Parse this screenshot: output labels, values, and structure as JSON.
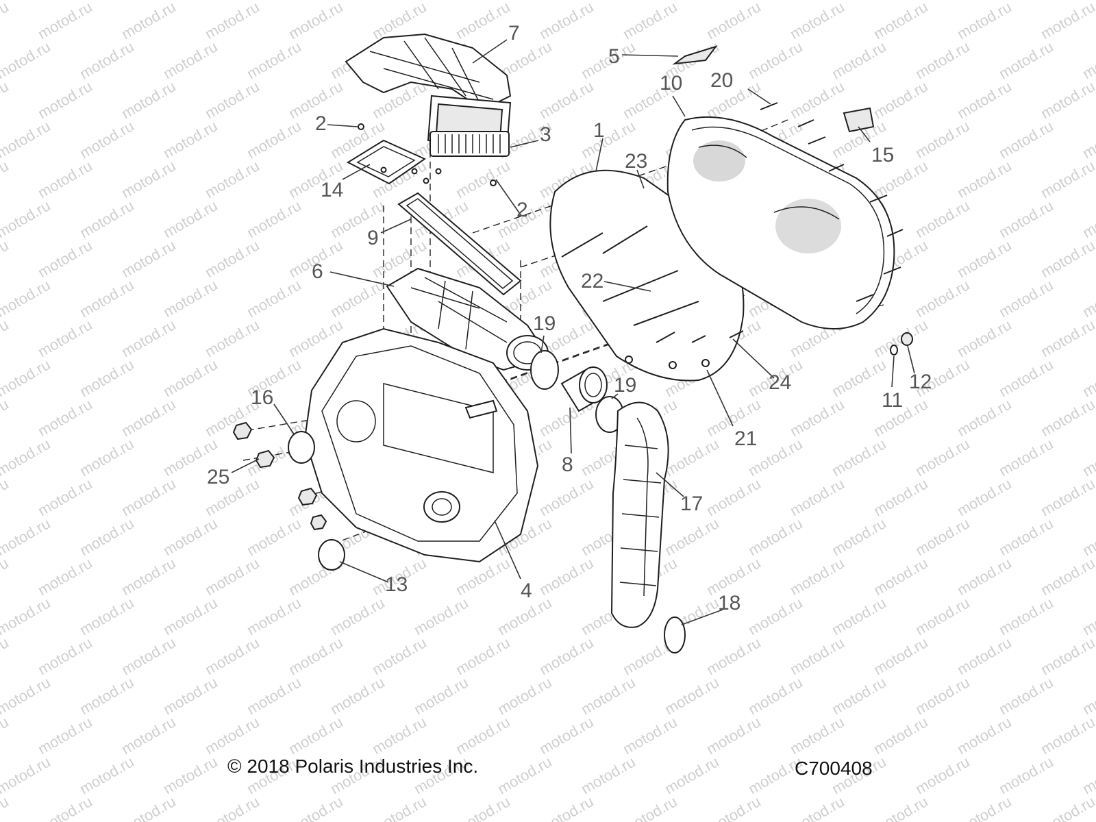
{
  "watermark": {
    "text": "motod.ru",
    "color": "#cfcfcf"
  },
  "footer": {
    "copyright": "© 2018 Polaris Industries Inc.",
    "drawing_code": "C700408"
  },
  "callouts": {
    "p1": "1",
    "p2a": "2",
    "p2b": "2",
    "p3": "3",
    "p4": "4",
    "p5": "5",
    "p6": "6",
    "p7": "7",
    "p8": "8",
    "p9": "9",
    "p10": "10",
    "p11": "11",
    "p12": "12",
    "p13": "13",
    "p14": "14",
    "p15": "15",
    "p16": "16",
    "p17": "17",
    "p18": "18",
    "p19a": "19",
    "p19b": "19",
    "p20": "20",
    "p21": "21",
    "p22": "22",
    "p23": "23",
    "p24": "24",
    "p25": "25"
  },
  "colors": {
    "line": "#1e1e1e",
    "callout_text": "#555555",
    "background": "#ffffff"
  }
}
